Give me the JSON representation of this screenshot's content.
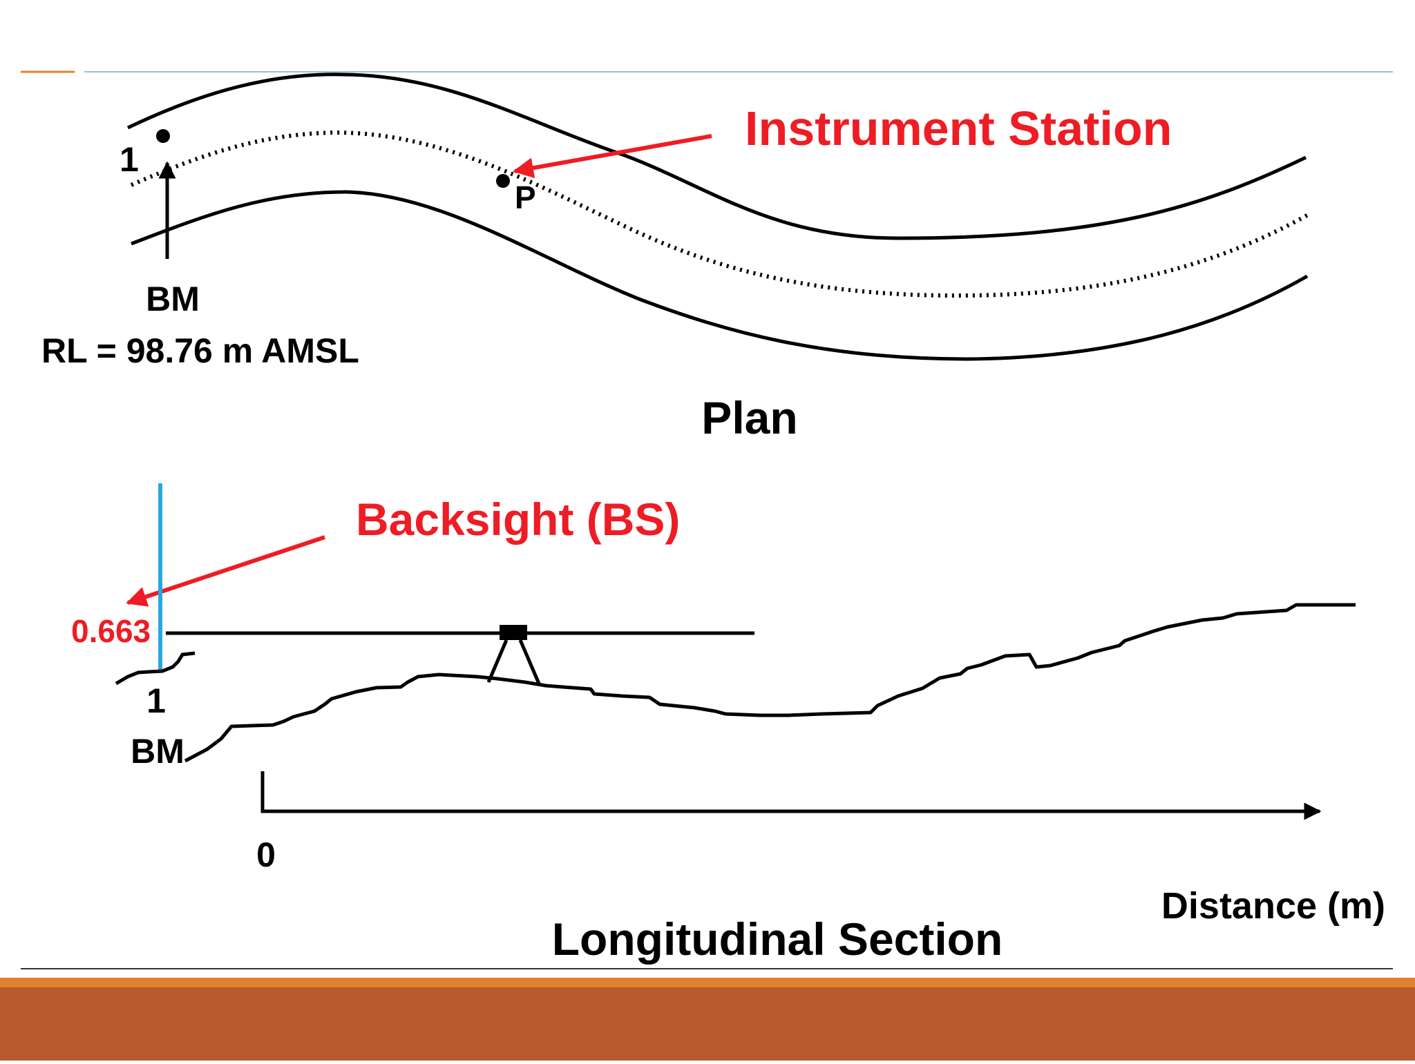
{
  "plan": {
    "point_1_label": "1",
    "station_label": "P",
    "bm_label": "BM",
    "rl_label": "RL = 98.76 m AMSL",
    "instrument_station_label": "Instrument Station",
    "title": "Plan"
  },
  "section": {
    "backsight_label": "Backsight (BS)",
    "reading": "0.663",
    "point_1_label": "1",
    "bm_label": "BM",
    "origin_label": "0",
    "axis_label": "Distance (m)",
    "title": "Longitudinal Section"
  },
  "colors": {
    "annotation": "#ee1c24",
    "staff": "#29a8df",
    "line": "#000000",
    "header_accent": "#e0812f",
    "header_rule": "#9dbbd9",
    "footer": "#b85a2e"
  }
}
